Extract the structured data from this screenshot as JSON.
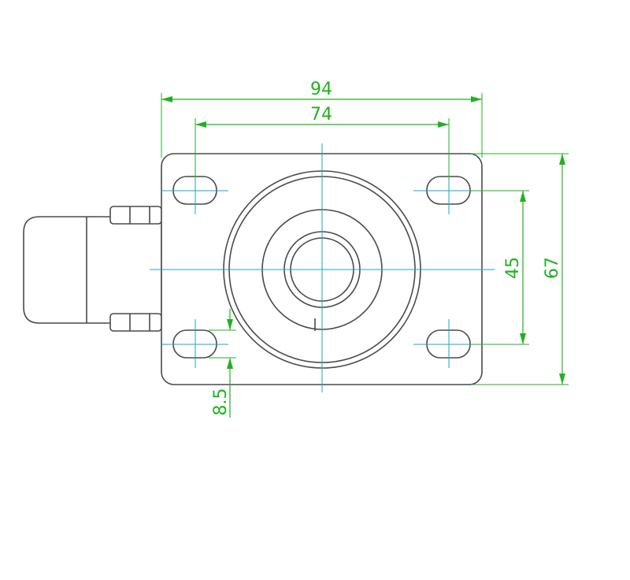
{
  "dimensions": {
    "overall_width": "94",
    "hole_spacing_x": "74",
    "hole_spacing_y": "45",
    "overall_height": "67",
    "slot_dimension": "8.5"
  },
  "colors": {
    "outline": "#4a4a4a",
    "centerline": "#1aa6c8",
    "dimension": "#22b022"
  }
}
